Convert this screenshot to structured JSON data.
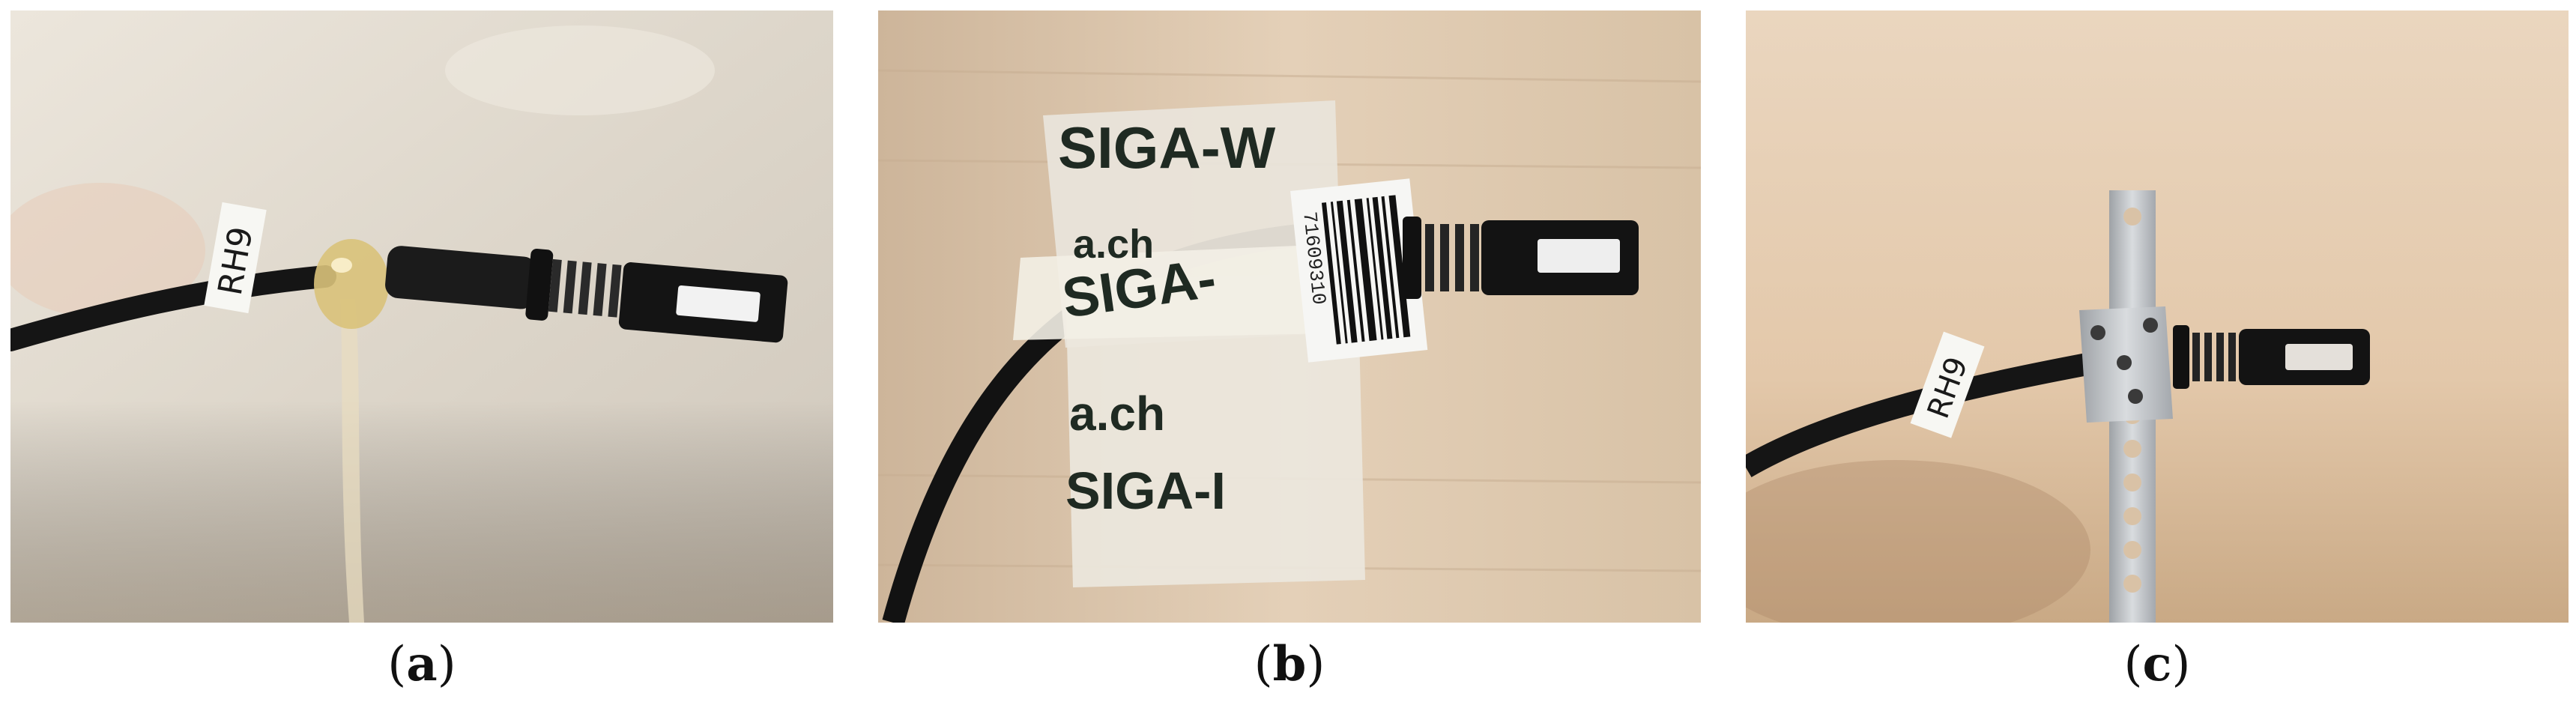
{
  "panels": [
    {
      "id": "a",
      "caption_open": "(",
      "caption_letter": "a",
      "caption_close": ")",
      "cable_label": "RH9"
    },
    {
      "id": "b",
      "caption_open": "(",
      "caption_letter": "b",
      "caption_close": ")",
      "tape_text_1": "SIGA-W",
      "tape_text_2": "SIGA-",
      "tape_text_3": "a.ch",
      "tape_text_4": "a.ch",
      "tape_text_5": "SIGA-I",
      "barcode_digits": "71609310"
    },
    {
      "id": "c",
      "caption_open": "(",
      "caption_letter": "c",
      "caption_close": ")",
      "cable_label": "RH9"
    }
  ],
  "colors": {
    "wall_a": "#e4ddd2",
    "wall_b": "#e2cdb6",
    "wall_c": "#e7cfb5",
    "cable": "#151515",
    "glue": "#d9c27a",
    "metal": "#bfc2c6"
  }
}
